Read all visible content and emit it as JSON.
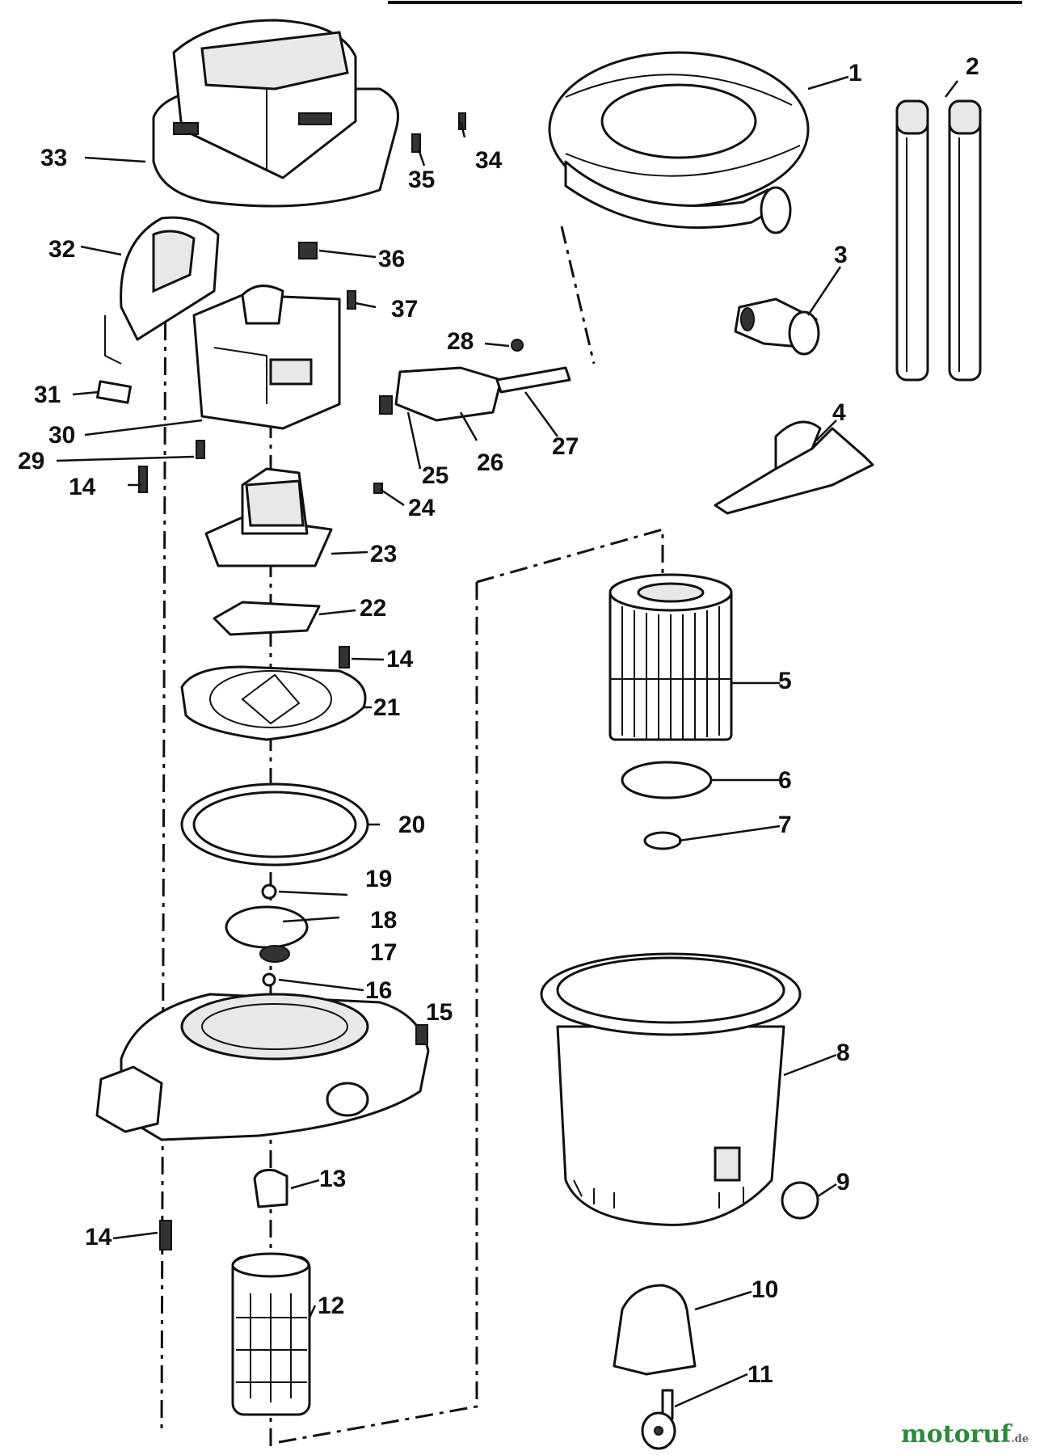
{
  "labels": {
    "p1": "1",
    "p2": "2",
    "p3": "3",
    "p4": "4",
    "p5": "5",
    "p6": "6",
    "p7": "7",
    "p8": "8",
    "p9": "9",
    "p10": "10",
    "p11": "11",
    "p12": "12",
    "p13": "13",
    "p14a": "14",
    "p14b": "14",
    "p14c": "14",
    "p15": "15",
    "p16": "16",
    "p17": "17",
    "p18": "18",
    "p19": "19",
    "p20": "20",
    "p21": "21",
    "p22": "22",
    "p23": "23",
    "p24": "24",
    "p25": "25",
    "p26": "26",
    "p27": "27",
    "p28": "28",
    "p29": "29",
    "p30": "30",
    "p31": "31",
    "p32": "32",
    "p33": "33",
    "p34": "34",
    "p35": "35",
    "p36": "36",
    "p37": "37"
  },
  "watermark": {
    "main": "motoruf",
    "tld": ".de"
  },
  "colors": {
    "line": "#111111",
    "watermark": "#2a8a3a"
  }
}
